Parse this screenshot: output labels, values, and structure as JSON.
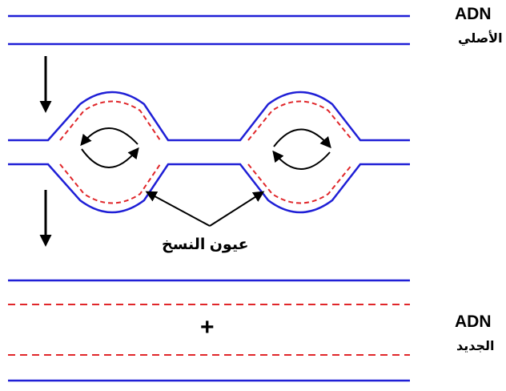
{
  "labels": {
    "original_dna_code": "ADN",
    "original_dna_word": "الأصلي",
    "new_dna_code": "ADN",
    "new_dna_word": "الجديد",
    "replication_eyes": "عيون النسخ",
    "plus_sign": "+"
  },
  "colors": {
    "parent_strand": "#1f1fd6",
    "new_strand": "#e0262a",
    "arrows": "#000000"
  }
}
